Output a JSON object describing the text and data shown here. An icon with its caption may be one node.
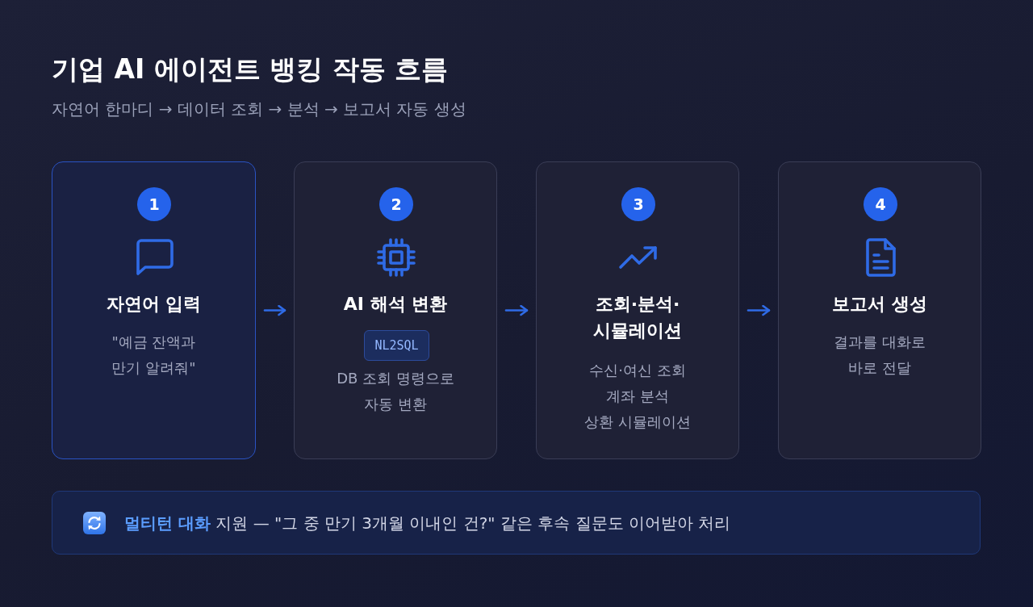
{
  "diagram": {
    "title": "기업 AI 에이전트 뱅킹 작동 흐름",
    "nodes": [
      {
        "text": [
          "자연어 입력",
          "\"예금 잔액과 만기 알려줘\""
        ]
      },
      {
        "text": [
          "1"
        ],
        "in": 0
      },
      {
        "text": [
          "AI 해석 변환",
          "DB 조회 명령으로 자동 변환"
        ]
      },
      {
        "text": [
          "2"
        ],
        "in": 2
      },
      {
        "text": [
          "NL2SQL"
        ],
        "in": 2
      },
      {
        "text": [
          "조회·분석· 시뮬레이션",
          "수신·여신 조회",
          "계좌 분석",
          "상환 시뮬레이션"
        ]
      },
      {
        "text": [
          "3"
        ],
        "in": 5
      },
      {
        "text": [
          "보고서 생성",
          "결과를 대화로 바로 전달"
        ]
      },
      {
        "text": [
          "4"
        ],
        "in": 7
      },
      {
        "text": [
          "**멀티턴 대화** 지원 — \"그 중 만기 3개월 이내인 건?\" 같은 후속 질문도 이어받아 처리"
        ]
      }
    ],
    "edges": [
      {
        "from": 0,
        "to": 2,
        "arrow": "to"
      },
      {
        "from": 2,
        "to": 5,
        "arrow": "to"
      },
      {
        "from": 5,
        "to": 7,
        "arrow": "to"
      }
    ],
    "labels": [
      "자연어 한마디 → 데이터 조회 → 분석 → 보고서 자동 생성"
    ]
  }
}
